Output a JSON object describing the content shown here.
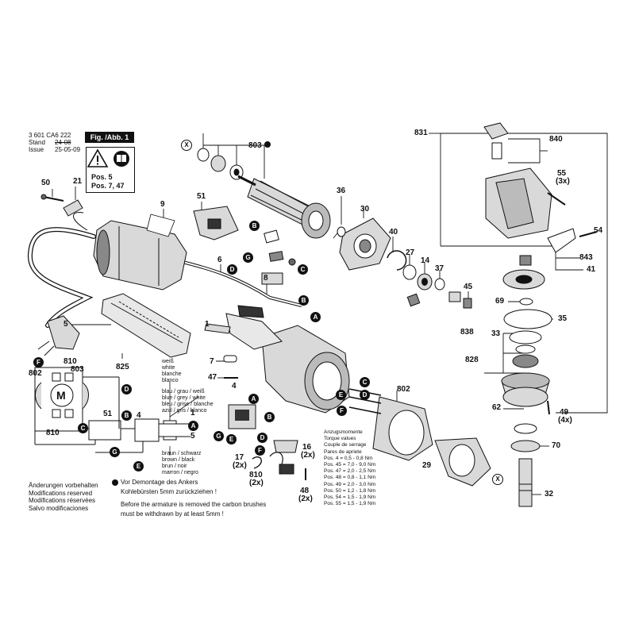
{
  "header": {
    "doc_number": "3 601 CA6 222",
    "stand_label": "Stand",
    "stand_value": "24-08",
    "issue_label": "Issue",
    "issue_value": "25-05-09",
    "figure_label": "Fig. /Abb. 1"
  },
  "warning_box": {
    "line1": "Pos. 5",
    "line2": "Pos. 7, 47",
    "warning_icon": "warning-triangle-icon",
    "manual_icon": "read-manual-icon"
  },
  "part_numbers": {
    "p803": "803",
    "p50": "50",
    "p21": "21",
    "p9": "9",
    "p51": "51",
    "p36": "36",
    "p30": "30",
    "p40": "40",
    "p27": "27",
    "p14": "14",
    "p37": "37",
    "p45": "45",
    "p838": "838",
    "p6": "6",
    "p8": "8",
    "p1": "1",
    "p5": "5",
    "p825": "825",
    "p7": "7",
    "p47": "47",
    "p4": "4",
    "p802": "802",
    "p29": "29",
    "p17": "17",
    "p17q": "(2x)",
    "p810": "810",
    "p810q": "(2x)",
    "p16": "16",
    "p16q": "(2x)",
    "p48": "48",
    "p48q": "(2x)",
    "p831": "831",
    "p840": "840",
    "p55": "55",
    "p55q": "(3x)",
    "p54": "54",
    "p843": "843",
    "p41": "41",
    "p69": "69",
    "p35": "35",
    "p33": "33",
    "p828": "828",
    "p62": "62",
    "p49": "49",
    "p49q": "(4x)",
    "p70": "70",
    "p32": "32"
  },
  "callout_letters": [
    "A",
    "B",
    "C",
    "D",
    "E",
    "F",
    "G"
  ],
  "wiring": {
    "motor_label": "M",
    "p802": "802",
    "p810a": "810",
    "p803": "803",
    "p810b": "810",
    "p51": "51",
    "p4": "4",
    "p1": "1",
    "p5": "5",
    "letter_f": "F",
    "letter_d": "D",
    "letter_b": "B",
    "letter_a": "A",
    "letter_c": "C",
    "letter_e": "E",
    "letter_g": "G",
    "colors_white": [
      "weiß",
      "white",
      "blanche",
      "blanco"
    ],
    "colors_bluegrey": [
      "blau / grau / weiß",
      "blue / grey / white",
      "bleu / grise / blanche",
      "azul / gris / blanco"
    ],
    "colors_brown": [
      "braun    / schwarz",
      "brown    / black",
      "brun     / noir",
      "marron / negro"
    ]
  },
  "torque_table": {
    "headers": [
      "Anzugsmomente",
      "Torque values",
      "Couple de serrage",
      "Pares de apriete"
    ],
    "rows": [
      "Pos.   4  = 0,5 - 0,8 Nm",
      "Pos.  45 = 7,0 - 9,0 Nm",
      "Pos.  47 = 2,0 - 2,5 Nm",
      "Pos.  48 = 0,8 - 1,1 Nm",
      "Pos.  49 = 2,0 - 3,0 Nm",
      "Pos.  50 = 1,2 - 1,8  Nm",
      "Pos.  54 = 1,5 - 1,9  Nm",
      "Pos.  55 = 1,5 - 1,9  Nm"
    ]
  },
  "footer_notes": {
    "changes": [
      "Änderungen vorbehalten",
      "Modifications reserved",
      "Modifications réservées",
      "Salvo modificaciones"
    ],
    "armature_de_1": "Vor Demontage des Ankers",
    "armature_de_2": "Kohlebürsten 5mm zurückziehen !",
    "armature_en_1": "Before the armature is removed the carbon brushes",
    "armature_en_2": "must be withdrawn by at least 5mm !"
  },
  "colors": {
    "ink": "#111111",
    "part_fill": "#d9d9d9",
    "dark_fill": "#3a3a3a"
  }
}
